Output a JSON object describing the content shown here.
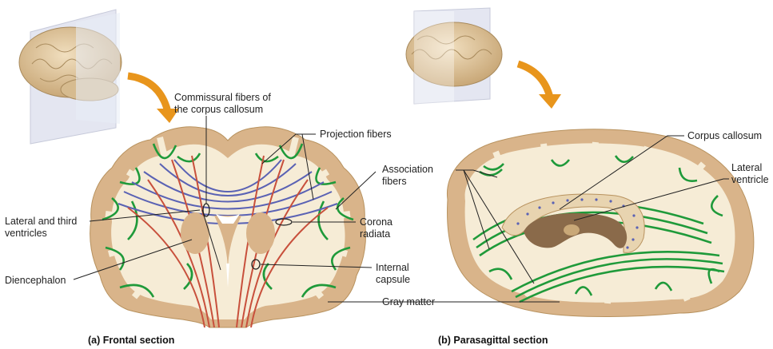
{
  "colors": {
    "gray_matter": "#d9b48a",
    "white_matter": "#f6ecd6",
    "association_fibers": "#1f9a3a",
    "commissural_fibers": "#5a62b4",
    "projection_fibers": "#c8503c",
    "ventricle": "#8a6a4a",
    "arrow": "#e8951c",
    "plane": "#cfd3e6"
  },
  "icons": [
    "brain-thumbnail-frontal",
    "brain-thumbnail-sagittal",
    "orange-arrow"
  ],
  "frontal": {
    "labels": {
      "commissural_1": "Commissural fibers of",
      "commissural_2": "the corpus callosum",
      "projection": "Projection fibers",
      "association_1": "Association",
      "association_2": "fibers",
      "lateral_1": "Lateral and third",
      "lateral_2": "ventricles",
      "corona_1": "Corona",
      "corona_2": "radiata",
      "diencephalon": "Diencephalon",
      "internal_1": "Internal",
      "internal_2": "capsule",
      "gray": "Gray matter"
    },
    "caption": "(a) Frontal section"
  },
  "sagittal": {
    "labels": {
      "corpus": "Corpus callosum",
      "lateral_1": "Lateral",
      "lateral_2": "ventricle"
    },
    "caption": "(b) Parasagittal section"
  }
}
